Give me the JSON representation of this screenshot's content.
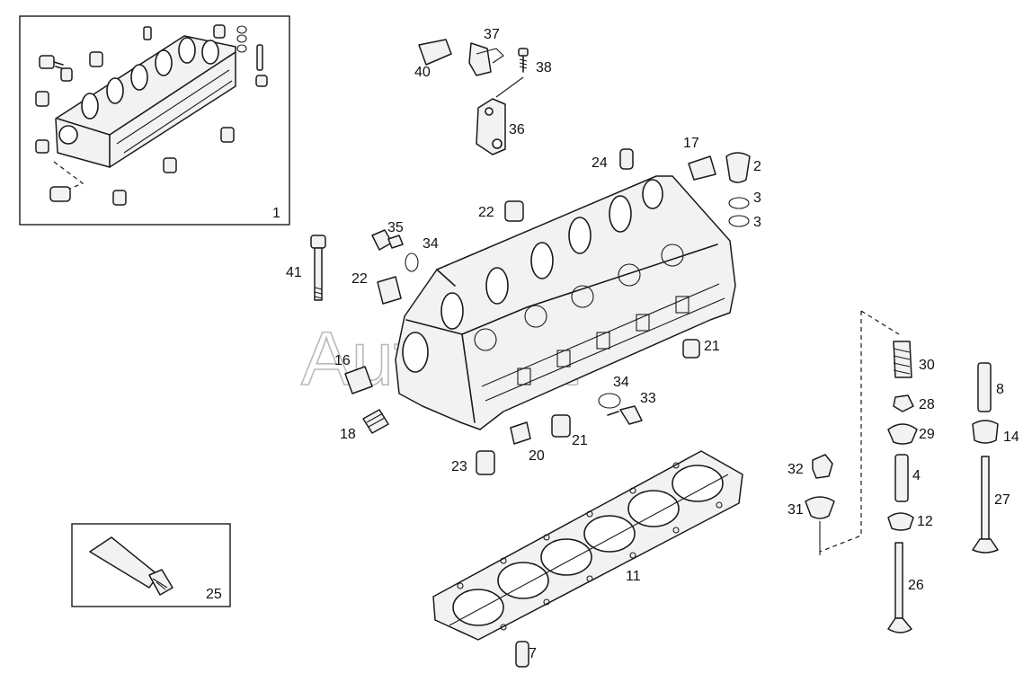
{
  "watermark": "Autosoft",
  "callouts": {
    "c1": "1",
    "c2": "2",
    "c3a": "3",
    "c3b": "3",
    "c4": "4",
    "c7": "7",
    "c8": "8",
    "c11": "11",
    "c12": "12",
    "c14": "14",
    "c16": "16",
    "c17": "17",
    "c18": "18",
    "c20": "20",
    "c21a": "21",
    "c21b": "21",
    "c22a": "22",
    "c22b": "22",
    "c23": "23",
    "c24": "24",
    "c25": "25",
    "c26": "26",
    "c27": "27",
    "c28": "28",
    "c29": "29",
    "c30": "30",
    "c31": "31",
    "c32": "32",
    "c33": "33",
    "c34a": "34",
    "c34b": "34",
    "c35": "35",
    "c36": "36",
    "c37": "37",
    "c38": "38",
    "c40": "40",
    "c41": "41"
  }
}
